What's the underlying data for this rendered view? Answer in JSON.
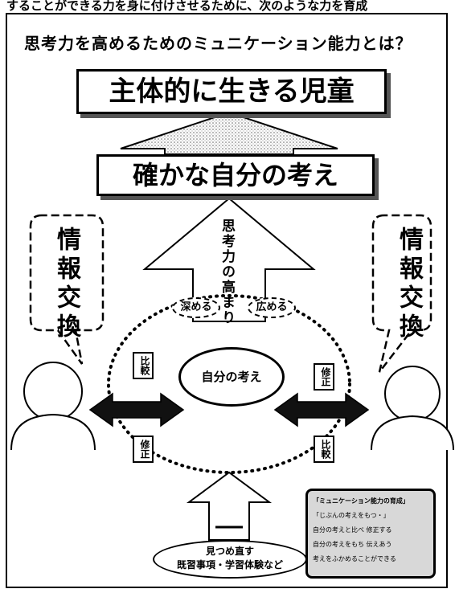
{
  "top_strip": "することができる力を身に付けさせるために、次のような力を育成",
  "title": "思考力を高めるためのミュニケーション能力とは？",
  "banner_top": "主体的に生きる児童",
  "banner_mid": "確かな自分の考え",
  "arrow_label": "思考力の高まり",
  "deepen": "深める",
  "widen": "広める",
  "left_tag": "情報交換",
  "right_tag": "情報交換",
  "center": "自分の考え",
  "compare": "比較",
  "revise": "修正",
  "foot_line1": "見つめ直す",
  "foot_line2": "既習事項・学習体験など",
  "note_lines": [
    "「ミュニケーション能力の育成」",
    "「じぶんの考えをもつ・」",
    "自分の考えと比べ 修正する",
    "自分の考えをもち 伝えあう",
    "考えをふかめることができる"
  ]
}
